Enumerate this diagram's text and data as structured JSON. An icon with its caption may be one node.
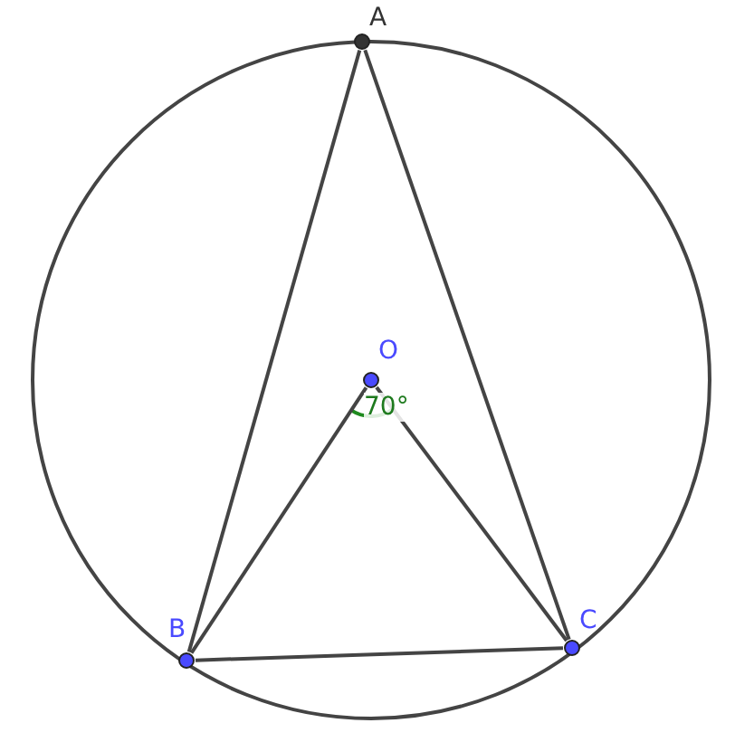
{
  "diagram": {
    "nodes": [
      {
        "text": [
          "A"
        ]
      },
      {
        "text": [
          "O"
        ]
      },
      {
        "text": [
          "B"
        ]
      },
      {
        "text": [
          "C"
        ]
      }
    ],
    "edges": [
      {
        "from": 0,
        "to": 2,
        "arrow": "none"
      },
      {
        "from": 0,
        "to": 3,
        "arrow": "none"
      },
      {
        "from": 2,
        "to": 3,
        "arrow": "none"
      },
      {
        "from": 1,
        "to": 2,
        "arrow": "none"
      },
      {
        "from": 1,
        "to": 3,
        "arrow": "none"
      }
    ],
    "labels": [
      "70°"
    ]
  }
}
